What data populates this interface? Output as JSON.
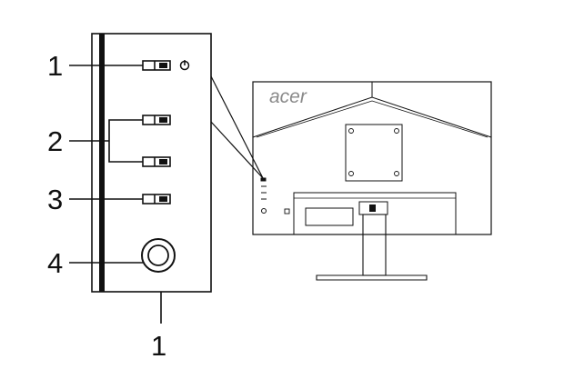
{
  "callouts": {
    "top": "1",
    "second": "2",
    "third": "3",
    "fourth": "4",
    "bottom": "1"
  },
  "monitor": {
    "brand_logo": "acer"
  },
  "icons": {
    "power": "power-icon",
    "joystick": "joystick-icon",
    "button": "rocker-button-icon"
  },
  "colors": {
    "line": "#111111",
    "logo": "#8a8a8a"
  }
}
